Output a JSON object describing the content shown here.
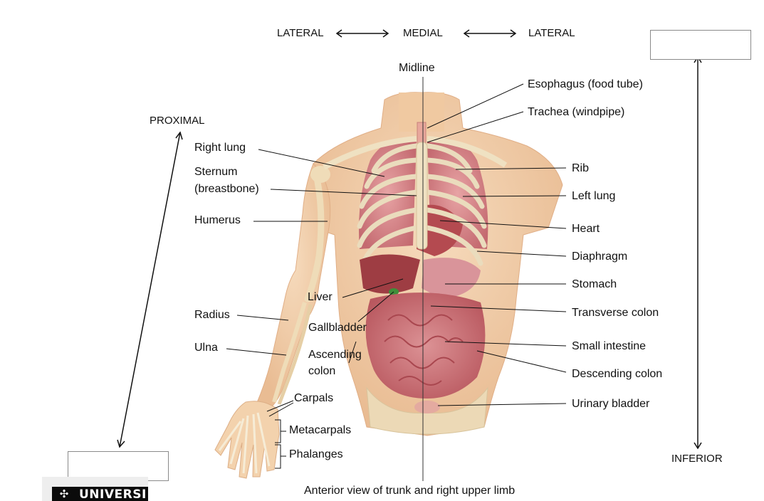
{
  "directions": {
    "lateral_left": "LATERAL",
    "medial": "MEDIAL",
    "lateral_right": "LATERAL",
    "proximal": "PROXIMAL",
    "inferior": "INFERIOR",
    "midline": "Midline"
  },
  "answer_boxes": {
    "top_right": "",
    "bottom_left": ""
  },
  "labels": {
    "esophagus": "Esophagus (food tube)",
    "trachea": "Trachea (windpipe)",
    "right_lung": "Right lung",
    "sternum_line1": "Sternum",
    "sternum_line2": "(breastbone)",
    "humerus": "Humerus",
    "rib": "Rib",
    "left_lung": "Left lung",
    "heart": "Heart",
    "diaphragm": "Diaphragm",
    "stomach": "Stomach",
    "liver": "Liver",
    "radius": "Radius",
    "gallbladder": "Gallbladder",
    "transverse_colon": "Transverse colon",
    "ulna": "Ulna",
    "ascending_colon_line1": "Ascending",
    "ascending_colon_line2": "colon",
    "small_intestine": "Small intestine",
    "descending_colon": "Descending colon",
    "carpals": "Carpals",
    "urinary_bladder": "Urinary bladder",
    "metacarpals": "Metacarpals",
    "phalanges": "Phalanges"
  },
  "caption": "Anterior view of trunk and right upper limb",
  "logo": {
    "text": "UNIVERSI"
  },
  "colors": {
    "skin": "#f3d2ad",
    "bone": "#efdcb8",
    "lung": "#d98a8e",
    "intestine": "#cf7b80",
    "liver": "#9e3d43",
    "gallbladder": "#3f8f3a",
    "line": "#111111"
  }
}
